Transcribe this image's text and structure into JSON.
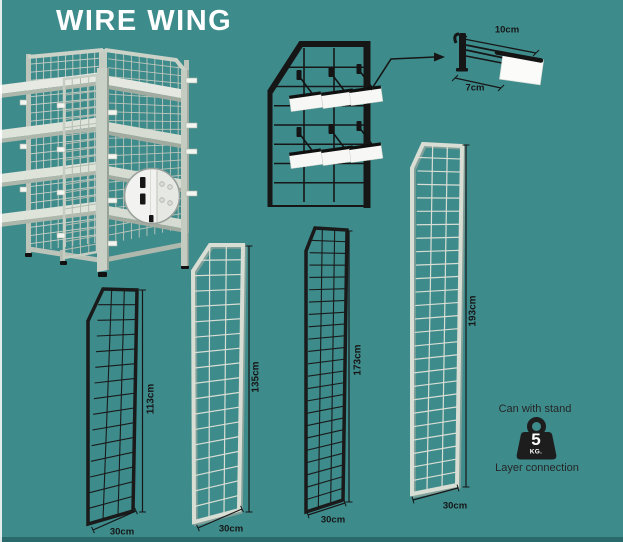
{
  "title": "WIRE WING",
  "colors": {
    "background": "#3E8B8C",
    "footer_strip": "#2A696C",
    "wire_black": "#1a1a1a",
    "wire_white": "#d9ded4",
    "structure_gray": "#c9d0c6",
    "label_text": "#161616",
    "title_text": "#ffffff"
  },
  "hook_detail": {
    "top_label": "10cm",
    "bottom_label": "7cm"
  },
  "panels": [
    {
      "id": "panel-113",
      "frame": "black",
      "height_label": "113cm",
      "width_label": "30cm"
    },
    {
      "id": "panel-135",
      "frame": "white",
      "height_label": "135cm",
      "width_label": "30cm"
    },
    {
      "id": "panel-173",
      "frame": "black",
      "height_label": "173cm",
      "width_label": "30cm"
    },
    {
      "id": "panel-193",
      "frame": "white",
      "height_label": "193cm",
      "width_label": "30cm"
    }
  ],
  "capacity": {
    "line1": "Can with stand",
    "weight_value": "5",
    "weight_unit": "KG.",
    "line2": "Layer connection"
  }
}
